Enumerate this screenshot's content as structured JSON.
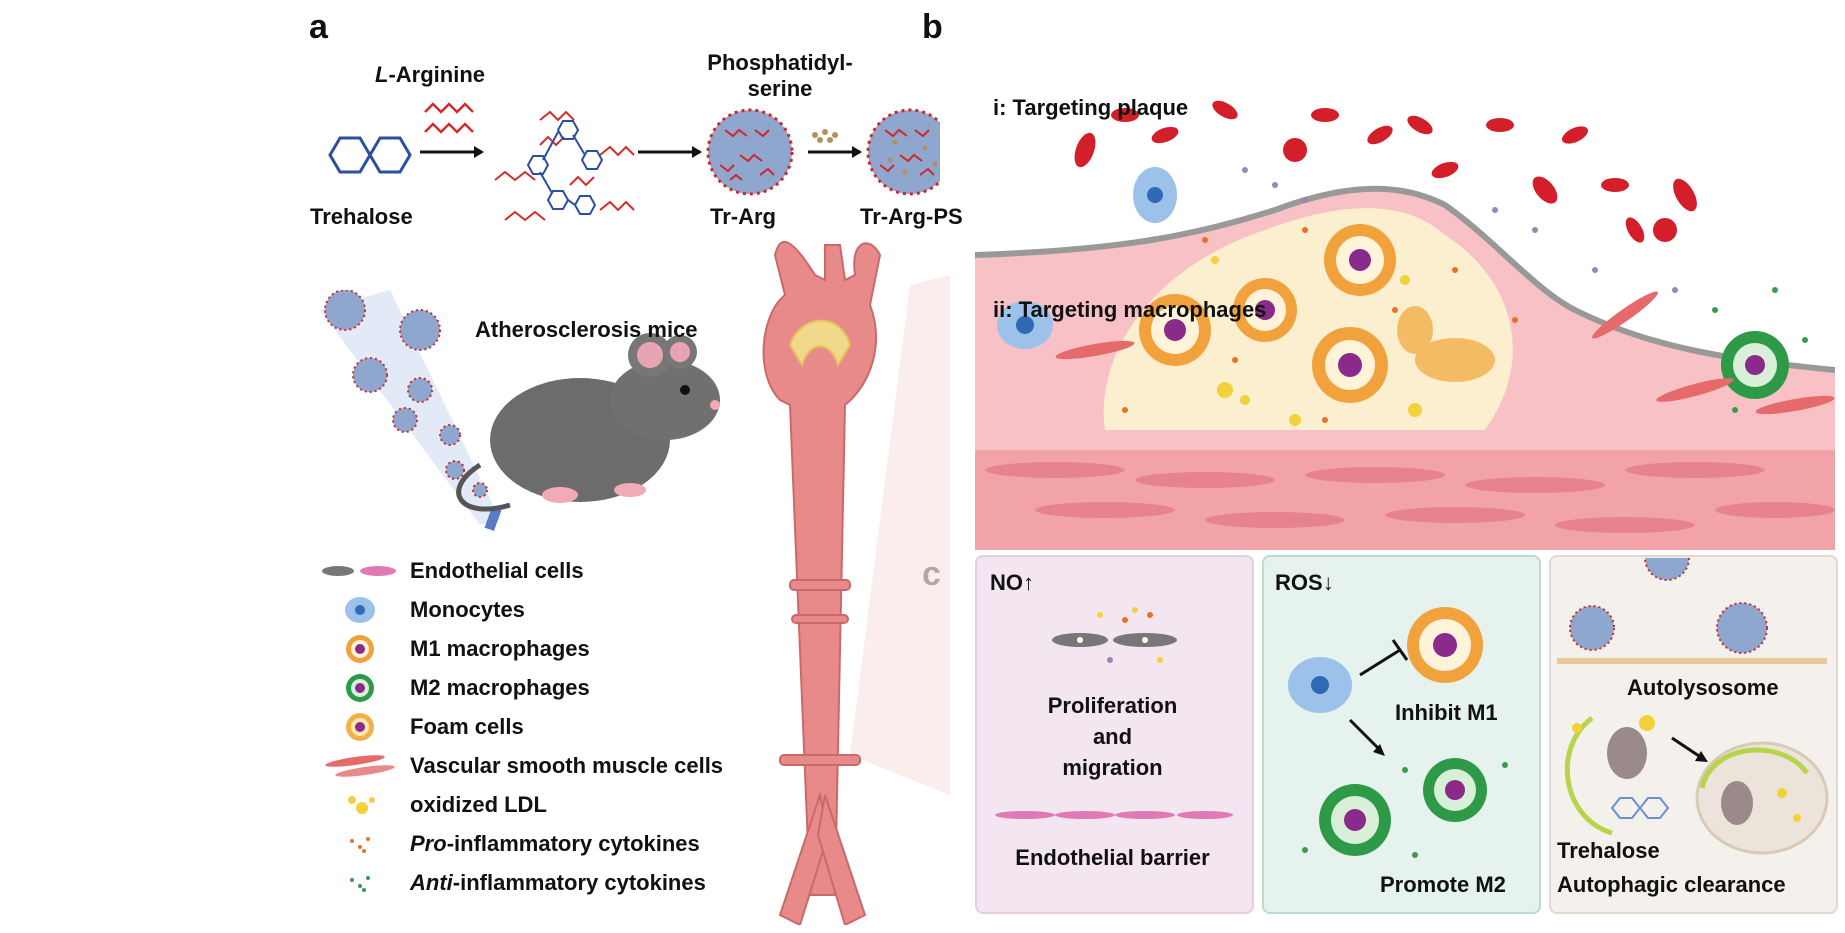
{
  "panels": {
    "a": "a",
    "b": "b",
    "c": "c"
  },
  "synthesis": {
    "reagent_prefix": "L",
    "reagent_suffix": "-Arginine",
    "phosphatidylserine_line1": "Phosphatidyl-",
    "phosphatidylserine_line2": "serine",
    "trehalose": "Trehalose",
    "tr_arg": "Tr-Arg",
    "tr_arg_ps": "Tr-Arg-PS"
  },
  "mice_label": "Atherosclerosis mice",
  "legend": [
    {
      "text": "Endothelial cells"
    },
    {
      "text": "Monocytes"
    },
    {
      "text": "M1 macrophages"
    },
    {
      "text": "M2 macrophages"
    },
    {
      "text": "Foam cells"
    },
    {
      "text": "Vascular smooth muscle cells"
    },
    {
      "text": "oxidized LDL"
    },
    {
      "prefix": "Pro",
      "text": "-inflammatory cytokines"
    },
    {
      "prefix": "Anti",
      "text": "-inflammatory cytokines"
    }
  ],
  "plaque": {
    "targeting_plaque": "i: Targeting plaque",
    "targeting_macrophages": "ii: Targeting macrophages"
  },
  "panel_c": {
    "no_label": "NO",
    "no_arrow": "↑",
    "proliferation_line1": "Proliferation",
    "proliferation_line2": "and",
    "proliferation_line3": "migration",
    "endothelial_barrier": "Endothelial barrier",
    "ros_label": "ROS",
    "ros_arrow": "↓",
    "inhibit_m1": "Inhibit M1",
    "promote_m2": "Promote M2",
    "autolysosome": "Autolysosome",
    "trehalose": "Trehalose",
    "autophagic_clearance": "Autophagic clearance"
  },
  "colors": {
    "panel_c1_bg": "#f3e6f0",
    "panel_c2_bg": "#e6f2ee",
    "panel_c3_bg": "#f4f1ec",
    "nanoparticle_blue": "#8fa6cf",
    "nanoparticle_red": "#cc2a2a",
    "artery": "#e98a8a",
    "plaque_core": "#fbefcf"
  }
}
